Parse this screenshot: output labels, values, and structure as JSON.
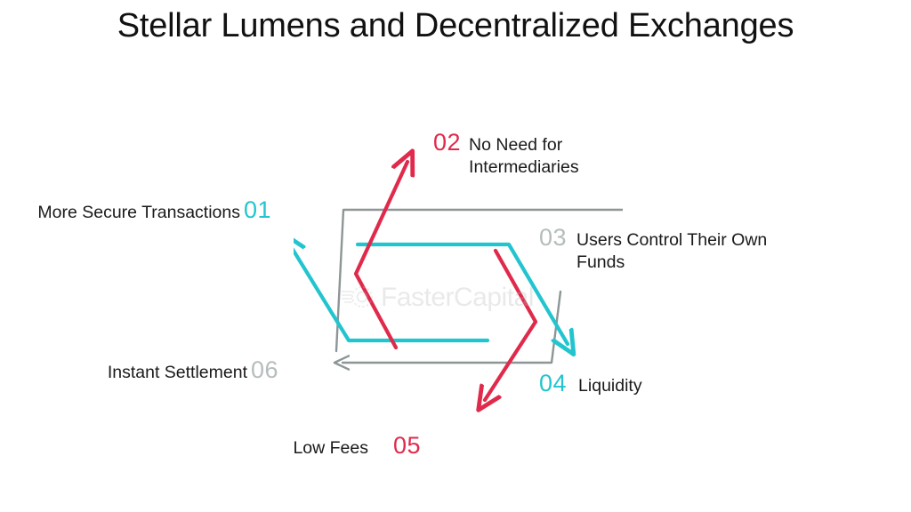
{
  "slide": {
    "title": "Stellar Lumens and Decentralized Exchanges",
    "background_color": "#ffffff"
  },
  "colors": {
    "cyan": "#22c5cf",
    "red": "#e02a4c",
    "gray": "#8d9596",
    "gray_light": "#b6bcbd",
    "text": "#1a1a1a"
  },
  "watermark": {
    "text": "FasterCapital",
    "icon": "gear-icon"
  },
  "diagram": {
    "type": "hexagon-cycle",
    "shape": "hexagon",
    "segment_count": 6,
    "segments": [
      {
        "id": "seg-01",
        "number": "01",
        "label": "More Secure Transactions",
        "color": "#22c5cf",
        "number_color": "#22c5cf",
        "arrow_direction": "up-left",
        "position": "left"
      },
      {
        "id": "seg-02",
        "number": "02",
        "label": "No Need for Intermediaries",
        "color": "#e02a4c",
        "number_color": "#e02a4c",
        "arrow_direction": "up-right",
        "position": "top-left"
      },
      {
        "id": "seg-03",
        "number": "03",
        "label": "Users Control Their Own Funds",
        "color": "#8d9596",
        "number_color": "#b6bcbd",
        "arrow_direction": "right",
        "position": "top-right"
      },
      {
        "id": "seg-04",
        "number": "04",
        "label": "Liquidity",
        "color": "#22c5cf",
        "number_color": "#22c5cf",
        "arrow_direction": "down-right",
        "position": "right"
      },
      {
        "id": "seg-05",
        "number": "05",
        "label": "Low Fees",
        "color": "#e02a4c",
        "number_color": "#e02a4c",
        "arrow_direction": "down-left",
        "position": "bottom-right"
      },
      {
        "id": "seg-06",
        "number": "06",
        "label": "Instant Settlement",
        "color": "#8d9596",
        "number_color": "#b6bcbd",
        "arrow_direction": "left",
        "position": "bottom-left"
      }
    ]
  }
}
